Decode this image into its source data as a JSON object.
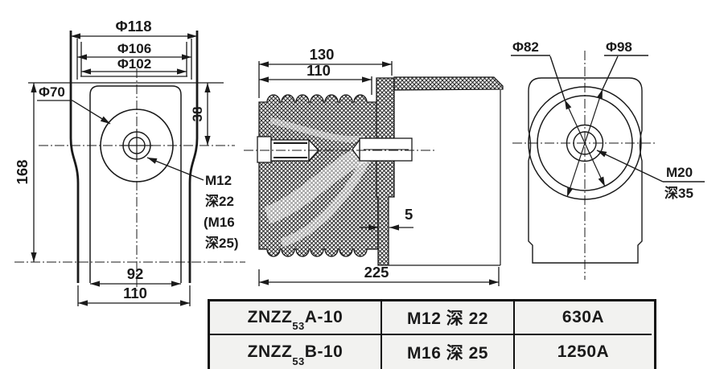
{
  "page": {
    "background": "#ffffff",
    "line_color": "#1a1a1a"
  },
  "views": {
    "front": {
      "dims": {
        "phi118": "Φ118",
        "phi106": "Φ106",
        "phi102": "Φ102",
        "phi70": "Φ70",
        "h168": "168",
        "h38": "38",
        "w92": "92",
        "w110": "110"
      },
      "note": {
        "l1": "M12",
        "l2": "深22",
        "l3": "(M16",
        "l4": "深25)"
      }
    },
    "section": {
      "dims": {
        "len130": "130",
        "len110": "110",
        "t5": "5",
        "len225": "225"
      }
    },
    "rear": {
      "dims": {
        "phi82": "Φ82",
        "phi98": "Φ98"
      },
      "note": {
        "l1": "M20",
        "l2": "深35"
      }
    }
  },
  "table": {
    "rows": [
      {
        "model_prefix": "ZNZZ",
        "model_sub": "53",
        "model_suffix": "A-10",
        "thread": "M12 深 22",
        "current": "630A"
      },
      {
        "model_prefix": "ZNZZ",
        "model_sub": "53",
        "model_suffix": "B-10",
        "thread": "M16 深 25",
        "current": "1250A"
      }
    ]
  }
}
